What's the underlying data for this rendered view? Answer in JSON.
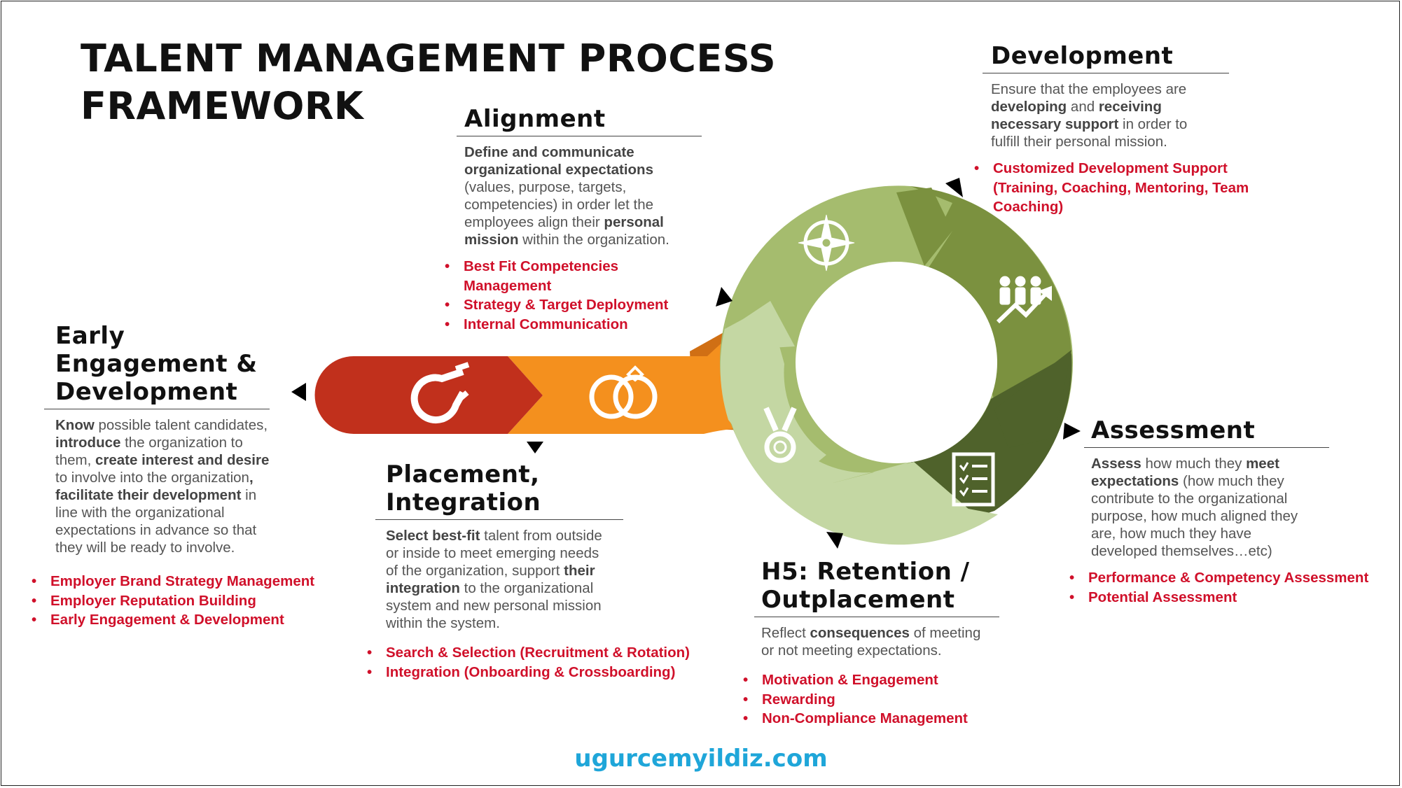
{
  "title": {
    "line1": "TALENT MANAGEMENT PROCESS",
    "line2": "FRAMEWORK"
  },
  "sections": {
    "alignment": {
      "head": [
        "Alignment"
      ],
      "desc": [
        {
          "t": "Define and communicate",
          "b": true
        },
        {
          "br": true
        },
        {
          "t": "organizational expectations",
          "b": true
        },
        {
          "br": true
        },
        {
          "t": "(values, purpose, targets,"
        },
        {
          "br": true
        },
        {
          "t": "competencies) in order let the"
        },
        {
          "br": true
        },
        {
          "t": "employees align their "
        },
        {
          "t": "personal",
          "b": true
        },
        {
          "br": true
        },
        {
          "t": "mission",
          "b": true
        },
        {
          "t": " within the organization."
        }
      ],
      "bullets": [
        "Best Fit Competencies Management",
        "Strategy & Target Deployment",
        "Internal Communication"
      ]
    },
    "development": {
      "head": [
        "Development"
      ],
      "desc": [
        {
          "t": "Ensure that the employees are"
        },
        {
          "br": true
        },
        {
          "t": "developing",
          "b": true
        },
        {
          "t": " and "
        },
        {
          "t": "receiving",
          "b": true
        },
        {
          "br": true
        },
        {
          "t": "necessary support",
          "b": true
        },
        {
          "t": " in order to"
        },
        {
          "br": true
        },
        {
          "t": "fulfill their personal mission."
        }
      ],
      "bullets": [
        "Customized Development Support (Training, Coaching, Mentoring, Team Coaching)"
      ]
    },
    "early": {
      "head": [
        "Early",
        "Engagement &",
        "Development"
      ],
      "desc": [
        {
          "t": "Know",
          "b": true
        },
        {
          "t": " possible talent candidates,"
        },
        {
          "br": true
        },
        {
          "t": "introduce",
          "b": true
        },
        {
          "t": " the organization to"
        },
        {
          "br": true
        },
        {
          "t": "them, "
        },
        {
          "t": "create interest and desire",
          "b": true
        },
        {
          "br": true
        },
        {
          "t": "to involve into the organization"
        },
        {
          "t": ",",
          "b": true
        },
        {
          "br": true
        },
        {
          "t": "facilitate their development",
          "b": true
        },
        {
          "t": " in"
        },
        {
          "br": true
        },
        {
          "t": "line with the organizational"
        },
        {
          "br": true
        },
        {
          "t": "expectations in advance so that"
        },
        {
          "br": true
        },
        {
          "t": "they will be ready to involve."
        }
      ],
      "bullets": [
        "Employer Brand Strategy Management",
        "Employer Reputation Building",
        "Early Engagement & Development"
      ]
    },
    "placement": {
      "head": [
        "Placement,",
        "Integration"
      ],
      "desc": [
        {
          "t": "Select best-fit",
          "b": true
        },
        {
          "t": " talent from outside"
        },
        {
          "br": true
        },
        {
          "t": "or inside to meet emerging needs"
        },
        {
          "br": true
        },
        {
          "t": "of the organization, support "
        },
        {
          "t": "their",
          "b": true
        },
        {
          "br": true
        },
        {
          "t": "integration",
          "b": true
        },
        {
          "t": " to the organizational"
        },
        {
          "br": true
        },
        {
          "t": "system and new personal mission"
        },
        {
          "br": true
        },
        {
          "t": "within the system."
        }
      ],
      "bullets": [
        "Search & Selection (Recruitment & Rotation)",
        "Integration (Onboarding & Crossboarding)"
      ]
    },
    "assessment": {
      "head": [
        "Assessment"
      ],
      "desc": [
        {
          "t": "Assess",
          "b": true
        },
        {
          "t": " how much they "
        },
        {
          "t": "meet",
          "b": true
        },
        {
          "br": true
        },
        {
          "t": "expectations",
          "b": true
        },
        {
          "t": " (how much they"
        },
        {
          "br": true
        },
        {
          "t": "contribute to the organizational"
        },
        {
          "br": true
        },
        {
          "t": "purpose, how much aligned they"
        },
        {
          "br": true
        },
        {
          "t": "are, how much they have"
        },
        {
          "br": true
        },
        {
          "t": "developed themselves…etc)"
        }
      ],
      "bullets": [
        "Performance & Competency Assessment",
        "Potential Assessment"
      ]
    },
    "retention": {
      "head": [
        "H5: Retention /",
        "Outplacement"
      ],
      "desc": [
        {
          "t": "Reflect "
        },
        {
          "t": "consequences",
          "b": true
        },
        {
          "t": " of meeting"
        },
        {
          "br": true
        },
        {
          "t": "or not meeting expectations."
        }
      ],
      "bullets": [
        "Motivation & Engagement",
        "Rewarding",
        "Non-Compliance Management"
      ]
    }
  },
  "icons": {
    "magnet": "magnet-icon",
    "rings": "rings-icon",
    "compass": "compass-icon",
    "team_growth": "team-growth-icon",
    "checklist": "checklist-icon",
    "medal": "medal-icon",
    "pointer": "pointer-triangle-icon"
  },
  "colors": {
    "red": "#c1301c",
    "orange": "#f4901e",
    "dark_orange": "#d06f14",
    "green_light": "#c4d7a3",
    "green_mid": "#a5bc6e",
    "green_dark": "#7b913f",
    "green_darker": "#4f622b",
    "bullet_red": "#d0102a",
    "website": "#1fa6d9"
  },
  "website": "ugurcemyildiz.com"
}
